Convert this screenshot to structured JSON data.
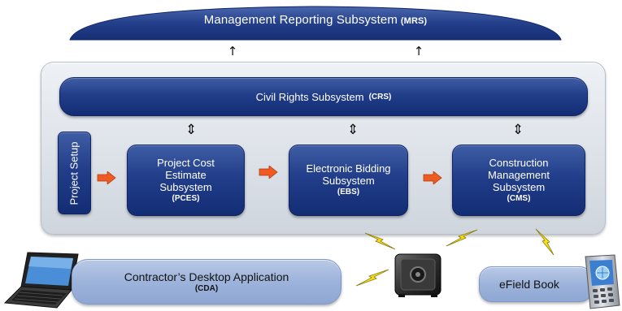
{
  "mrs": {
    "name": "Management Reporting Subsystem",
    "abbr": "(MRS)"
  },
  "crs": {
    "name": "Civil Rights Subsystem",
    "abbr": "(CRS)"
  },
  "project_setup": {
    "label": "Project Setup"
  },
  "pces": {
    "line1": "Project Cost",
    "line2": "Estimate",
    "line3": "Subsystem",
    "abbr": "(PCES)"
  },
  "ebs": {
    "line1": "Electronic Bidding",
    "line2": "Subsystem",
    "abbr": "(EBS)"
  },
  "cms": {
    "line1": "Construction",
    "line2": "Management",
    "line3": "Subsystem",
    "abbr": "(CMS)"
  },
  "cda": {
    "name": "Contractor’s Desktop Application",
    "abbr": "(CDA)"
  },
  "efield": {
    "name": "eField Book"
  },
  "icons": [
    "laptop-icon",
    "safe-icon",
    "handheld-device-icon",
    "lightning-bolt-icon",
    "orange-arrow-icon",
    "double-arrow-icon",
    "up-arrow-icon"
  ],
  "colors": {
    "navy": "#1d3a86",
    "light_blue": "#a3b8dd",
    "panel_gray": "#dde2e9",
    "arrow_orange": "#ee5a21",
    "bolt_yellow": "#f6e21a"
  }
}
